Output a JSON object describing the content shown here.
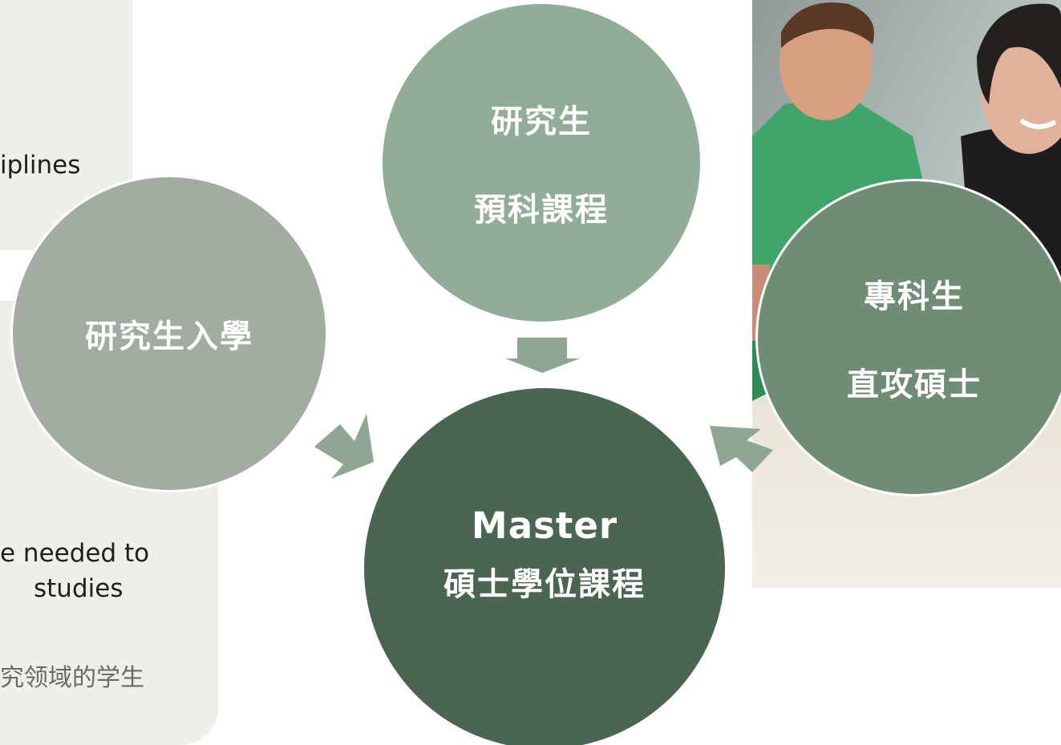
{
  "background": {
    "top_text": "iplines",
    "bottom_text_1": "e needed to",
    "bottom_text_2": "studies",
    "bottom_text_cjk": "究领域的学生"
  },
  "nodes": {
    "left": {
      "label": "研究生入學",
      "color": "#a3aca1"
    },
    "top": {
      "line1": "研究生",
      "line2": "預科課程",
      "color": "#91ac97"
    },
    "right": {
      "line1": "專科生",
      "line2": "直攻碩士",
      "color": "#6f8c75"
    },
    "center": {
      "line1": "Master",
      "line2": "碩士學位課程",
      "color": "#4a6550"
    }
  },
  "arrow_color": "#8fa695",
  "photo": {
    "description_icon": "students-photo"
  }
}
